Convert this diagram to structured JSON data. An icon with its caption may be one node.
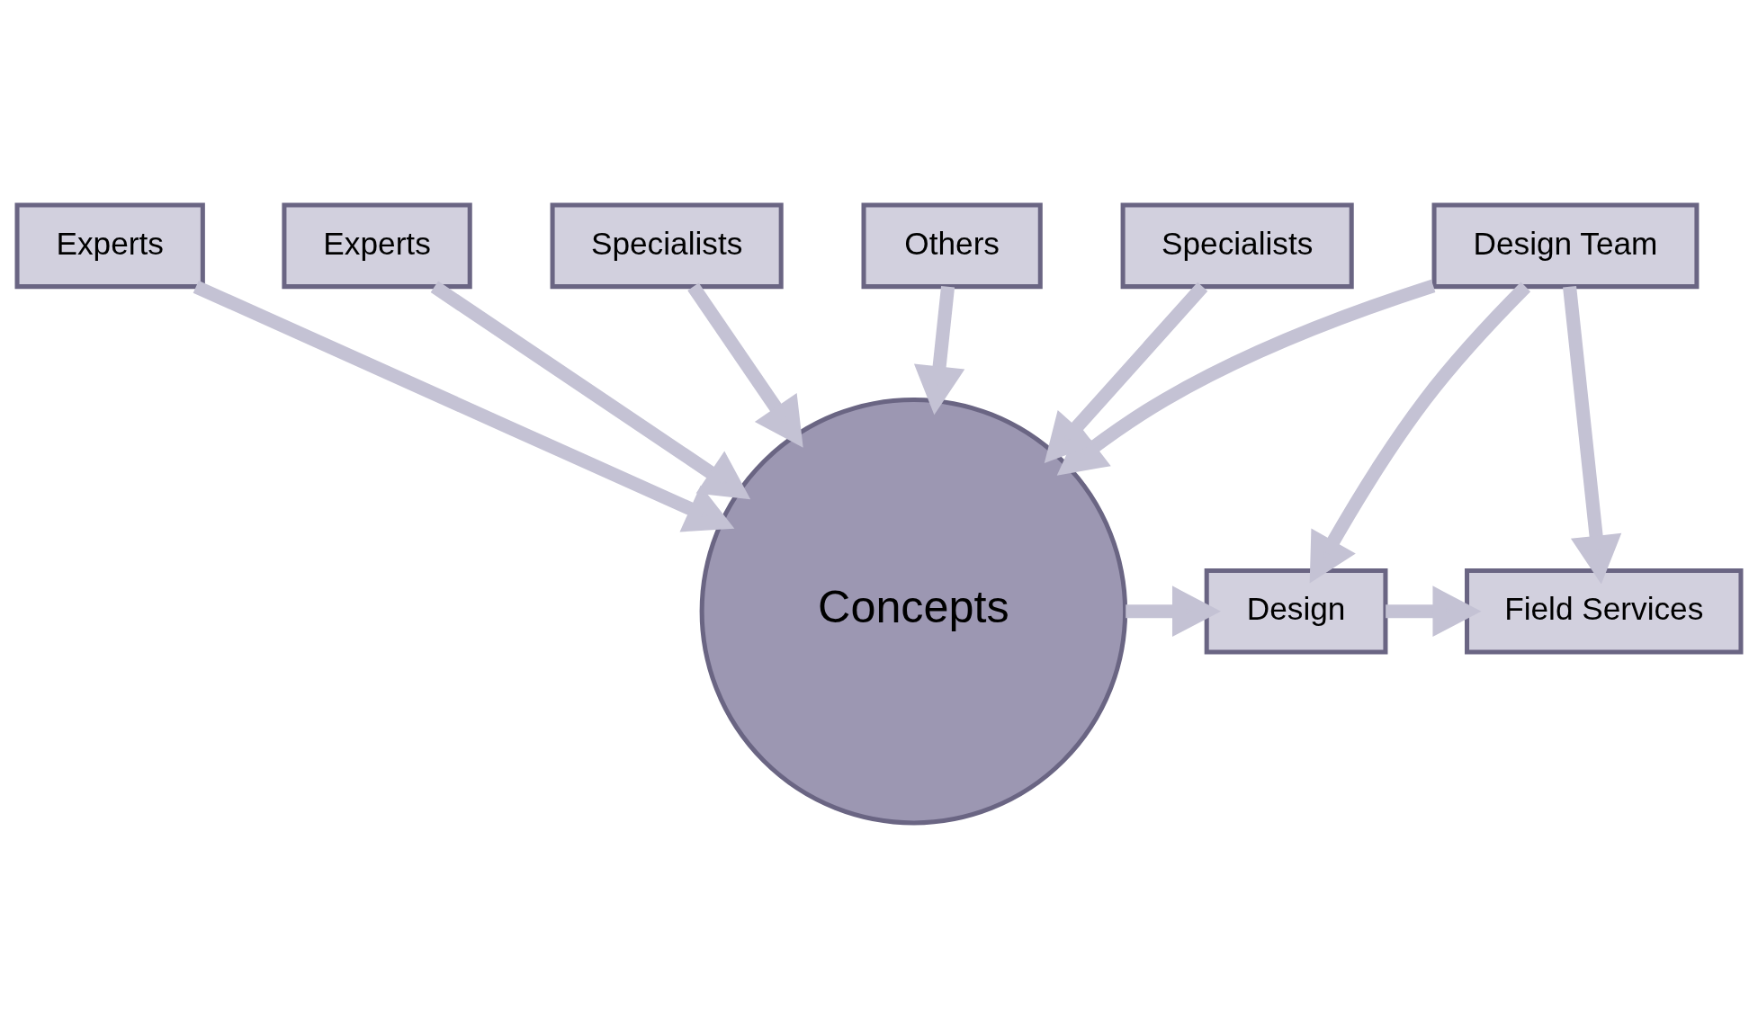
{
  "diagram": {
    "nodes": [
      {
        "text": [
          "Design Team"
        ]
      },
      {
        "text": [
          "Experts"
        ]
      },
      {
        "text": [
          "Experts"
        ]
      },
      {
        "text": [
          "Concepts"
        ]
      },
      {
        "text": [
          "Design"
        ]
      },
      {
        "text": [
          "Field Services"
        ]
      },
      {
        "text": [
          "Specialists"
        ]
      },
      {
        "text": [
          "Others"
        ]
      },
      {
        "text": [
          "Specialists"
        ]
      }
    ],
    "edges": [
      {
        "from": 0,
        "to": 3,
        "arrow": "to"
      },
      {
        "from": 1,
        "to": 3,
        "arrow": "to"
      },
      {
        "from": 2,
        "to": 3,
        "arrow": "to"
      },
      {
        "from": 6,
        "to": 3,
        "arrow": "to"
      },
      {
        "from": 7,
        "to": 3,
        "arrow": "to"
      },
      {
        "from": 8,
        "to": 3,
        "arrow": "to"
      },
      {
        "from": 3,
        "to": 4,
        "arrow": "to"
      },
      {
        "from": 4,
        "to": 5,
        "arrow": "to"
      },
      {
        "from": 0,
        "to": 4,
        "arrow": "to"
      },
      {
        "from": 0,
        "to": 5,
        "arrow": "to"
      }
    ]
  }
}
